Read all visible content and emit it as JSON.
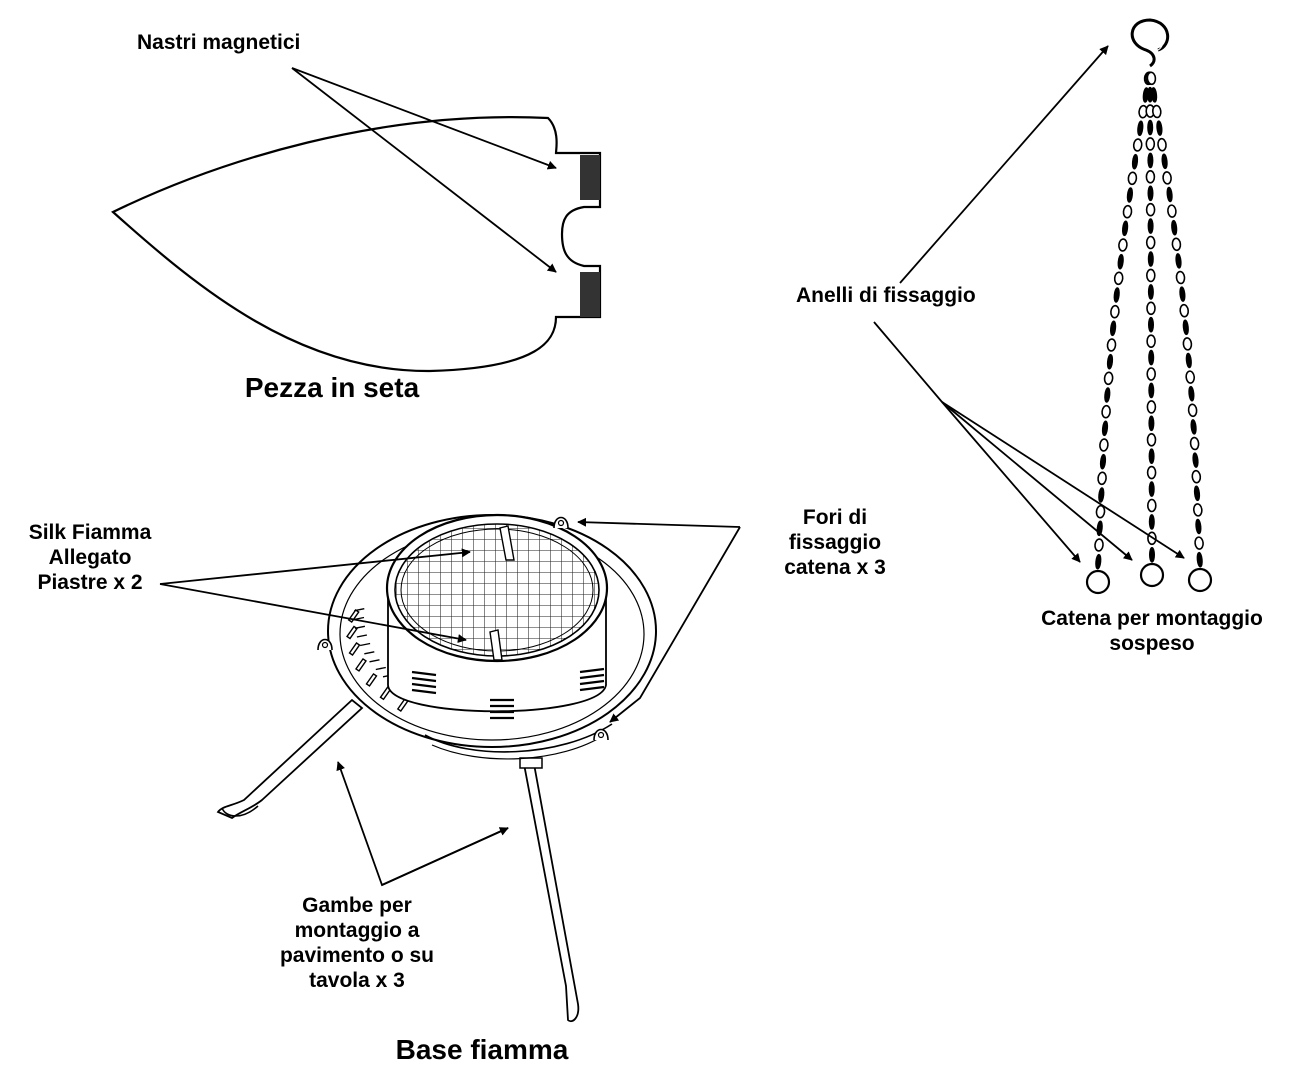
{
  "labels": {
    "nastri_magnetici": "Nastri magnetici",
    "pezza_in_seta": "Pezza in seta",
    "anelli_di_fissaggio": "Anelli di fissaggio",
    "catena_line1": "Catena per montaggio",
    "catena_line2": "sospeso",
    "silk_line1": "Silk Fiamma",
    "silk_line2": "Allegato",
    "silk_line3": "Piastre x 2",
    "fori_line1": "Fori di",
    "fori_line2": "fissaggio",
    "fori_line3": "catena x 3",
    "gambe_line1": "Gambe per",
    "gambe_line2": "montaggio a",
    "gambe_line3": "pavimento o su",
    "gambe_line4": "tavola x 3",
    "base_fiamma": "Base fiamma"
  },
  "colors": {
    "ink": "#000000",
    "paper": "#ffffff",
    "tape": "#333333"
  }
}
